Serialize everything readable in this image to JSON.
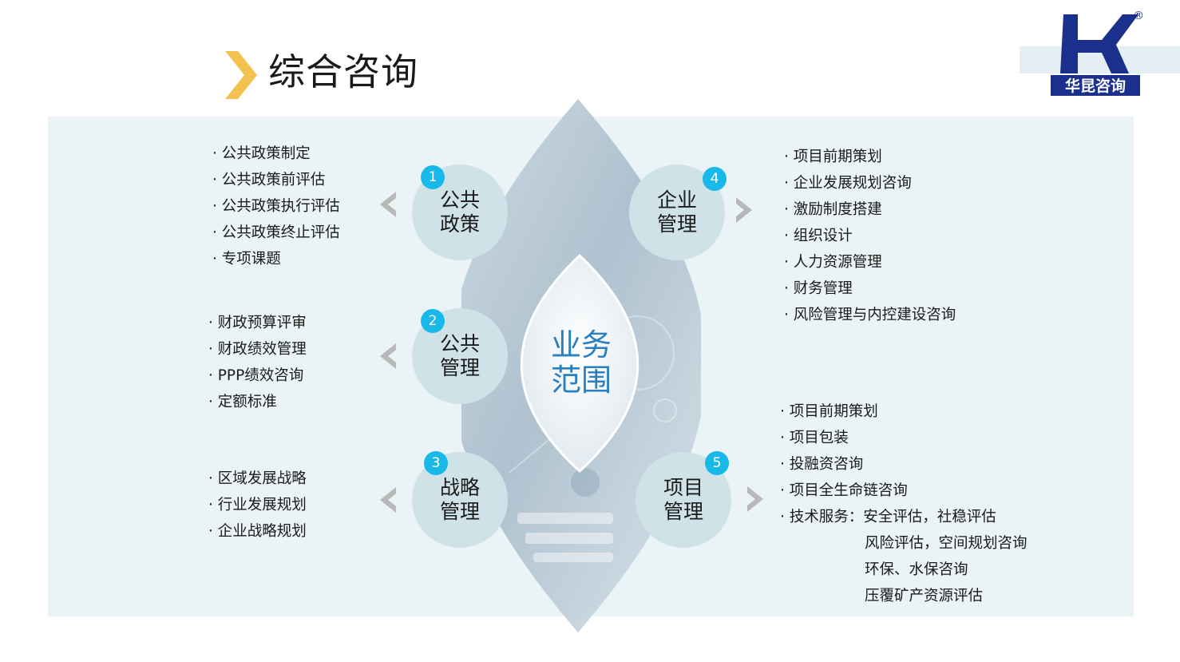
{
  "title": "综合咨询",
  "logo": {
    "text": "华昆咨询",
    "registered": "®",
    "accent": "#1b2f8c"
  },
  "center": {
    "line1": "业务",
    "line2": "范围"
  },
  "colors": {
    "badge": "#18b8e8",
    "circle": "#cfe2e8",
    "center_text": "#2a7fc0",
    "panel": "#eaf3f6",
    "chevron": "#f2c14e"
  },
  "categories": [
    {
      "num": "1",
      "line1": "公共",
      "line2": "政策",
      "items": [
        "公共政策制定",
        "公共政策前评估",
        "公共政策执行评估",
        "公共政策终止评估",
        "专项课题"
      ]
    },
    {
      "num": "2",
      "line1": "公共",
      "line2": "管理",
      "items": [
        "财政预算评审",
        "财政绩效管理",
        "PPP绩效咨询",
        "定额标准"
      ]
    },
    {
      "num": "3",
      "line1": "战略",
      "line2": "管理",
      "items": [
        "区域发展战略",
        "行业发展规划",
        "企业战略规划"
      ]
    },
    {
      "num": "4",
      "line1": "企业",
      "line2": "管理",
      "items": [
        "项目前期策划",
        "企业发展规划咨询",
        "激励制度搭建",
        "组织设计",
        "人力资源管理",
        "财务管理",
        "风险管理与内控建设咨询"
      ]
    },
    {
      "num": "5",
      "line1": "项目",
      "line2": "管理",
      "items": [
        "项目前期策划",
        "项目包装",
        "投融资咨询",
        "项目全生命链咨询"
      ],
      "tech_label": "技术服务：",
      "tech_items": [
        "安全评估，社稳评估",
        "风险评估，空间规划咨询",
        "环保、水保咨询",
        "压覆矿产资源评估"
      ]
    }
  ]
}
